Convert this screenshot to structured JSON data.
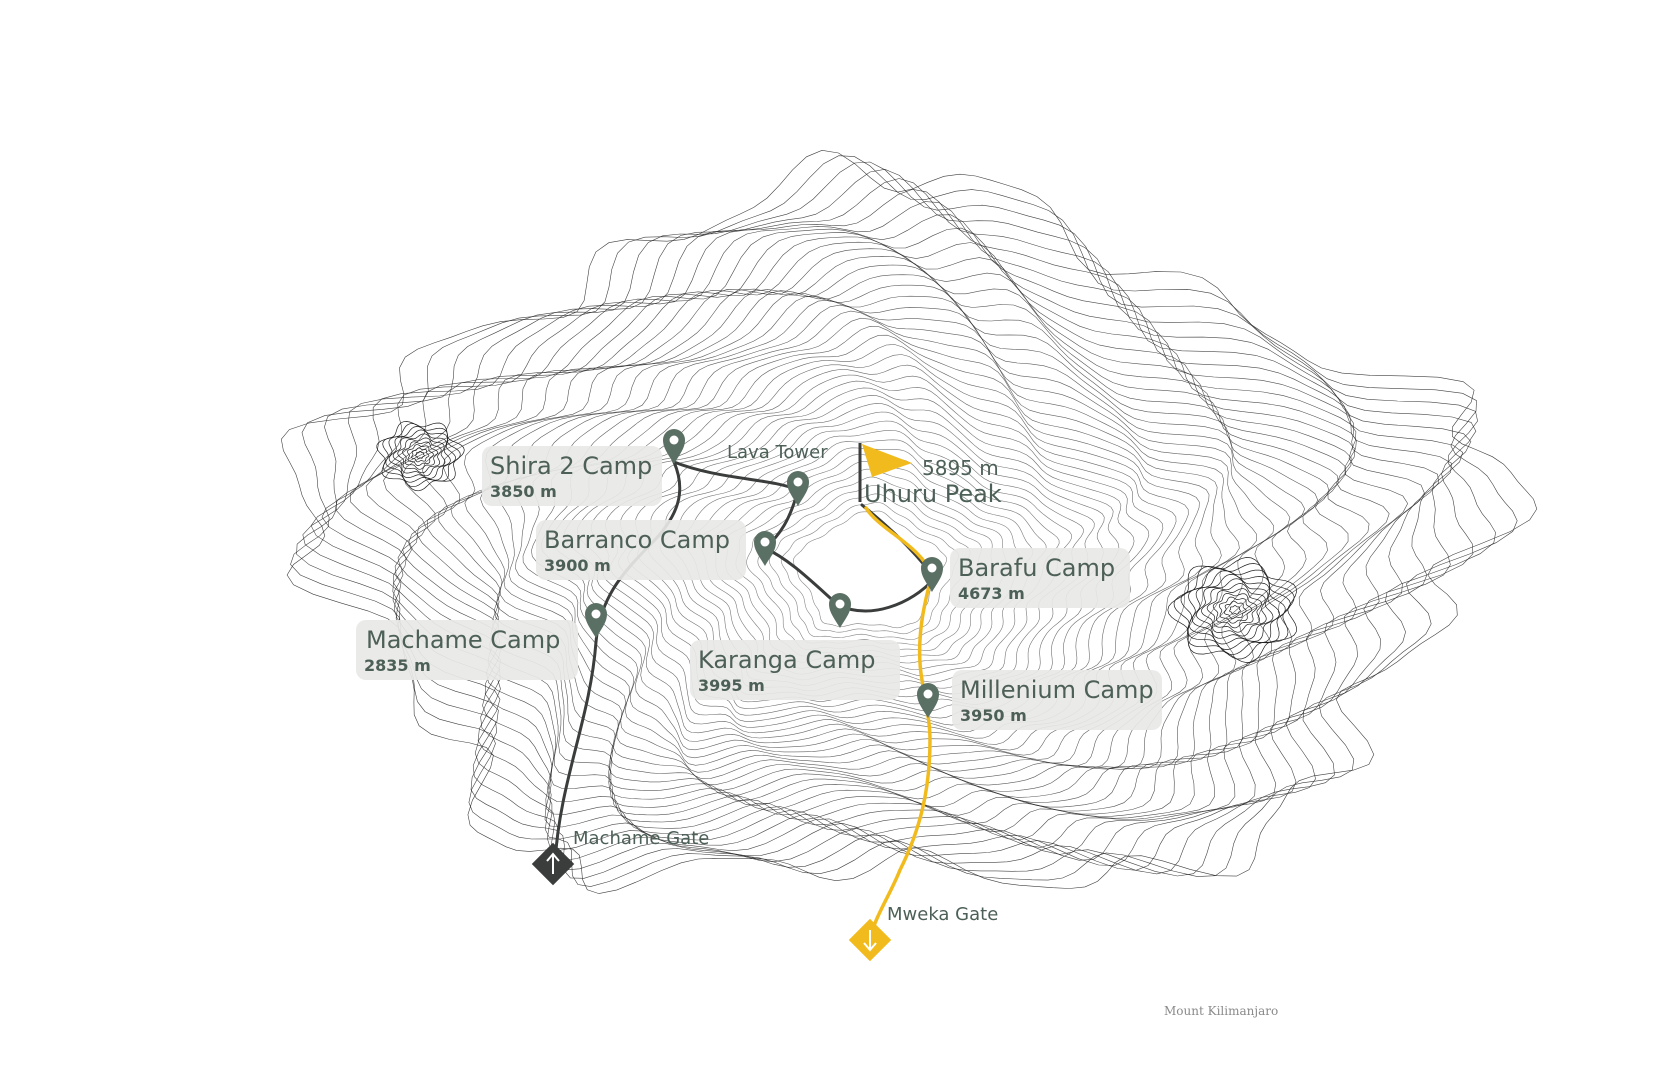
{
  "mountain": "Mount Kilimanjaro",
  "colors": {
    "ascent_route": "#3a3d3c",
    "descent_route": "#f2bb1d",
    "marker": "#5b7064",
    "label_text": "#4d6057",
    "contour": "#2a2a2a"
  },
  "summit": {
    "name": "Uhuru Peak",
    "altitude": "5895 m",
    "icon": "flag-icon"
  },
  "camps": [
    {
      "id": "shira2",
      "name": "Shira 2 Camp",
      "altitude": "3850 m"
    },
    {
      "id": "barranco",
      "name": "Barranco Camp",
      "altitude": "3900 m"
    },
    {
      "id": "machame",
      "name": "Machame Camp",
      "altitude": "2835 m"
    },
    {
      "id": "karanga",
      "name": "Karanga Camp",
      "altitude": "3995 m"
    },
    {
      "id": "barafu",
      "name": "Barafu Camp",
      "altitude": "4673 m"
    },
    {
      "id": "millenium",
      "name": "Millenium Camp",
      "altitude": "3950 m"
    }
  ],
  "waypoints": [
    {
      "id": "lava",
      "name": "Lava Tower"
    }
  ],
  "gates": [
    {
      "id": "machame-gate",
      "name": "Machame Gate",
      "direction": "up",
      "icon": "arrow-up-icon"
    },
    {
      "id": "mweka-gate",
      "name": "Mweka Gate",
      "direction": "down",
      "icon": "arrow-down-icon"
    }
  ],
  "credit": "Mount Kilimanjaro"
}
